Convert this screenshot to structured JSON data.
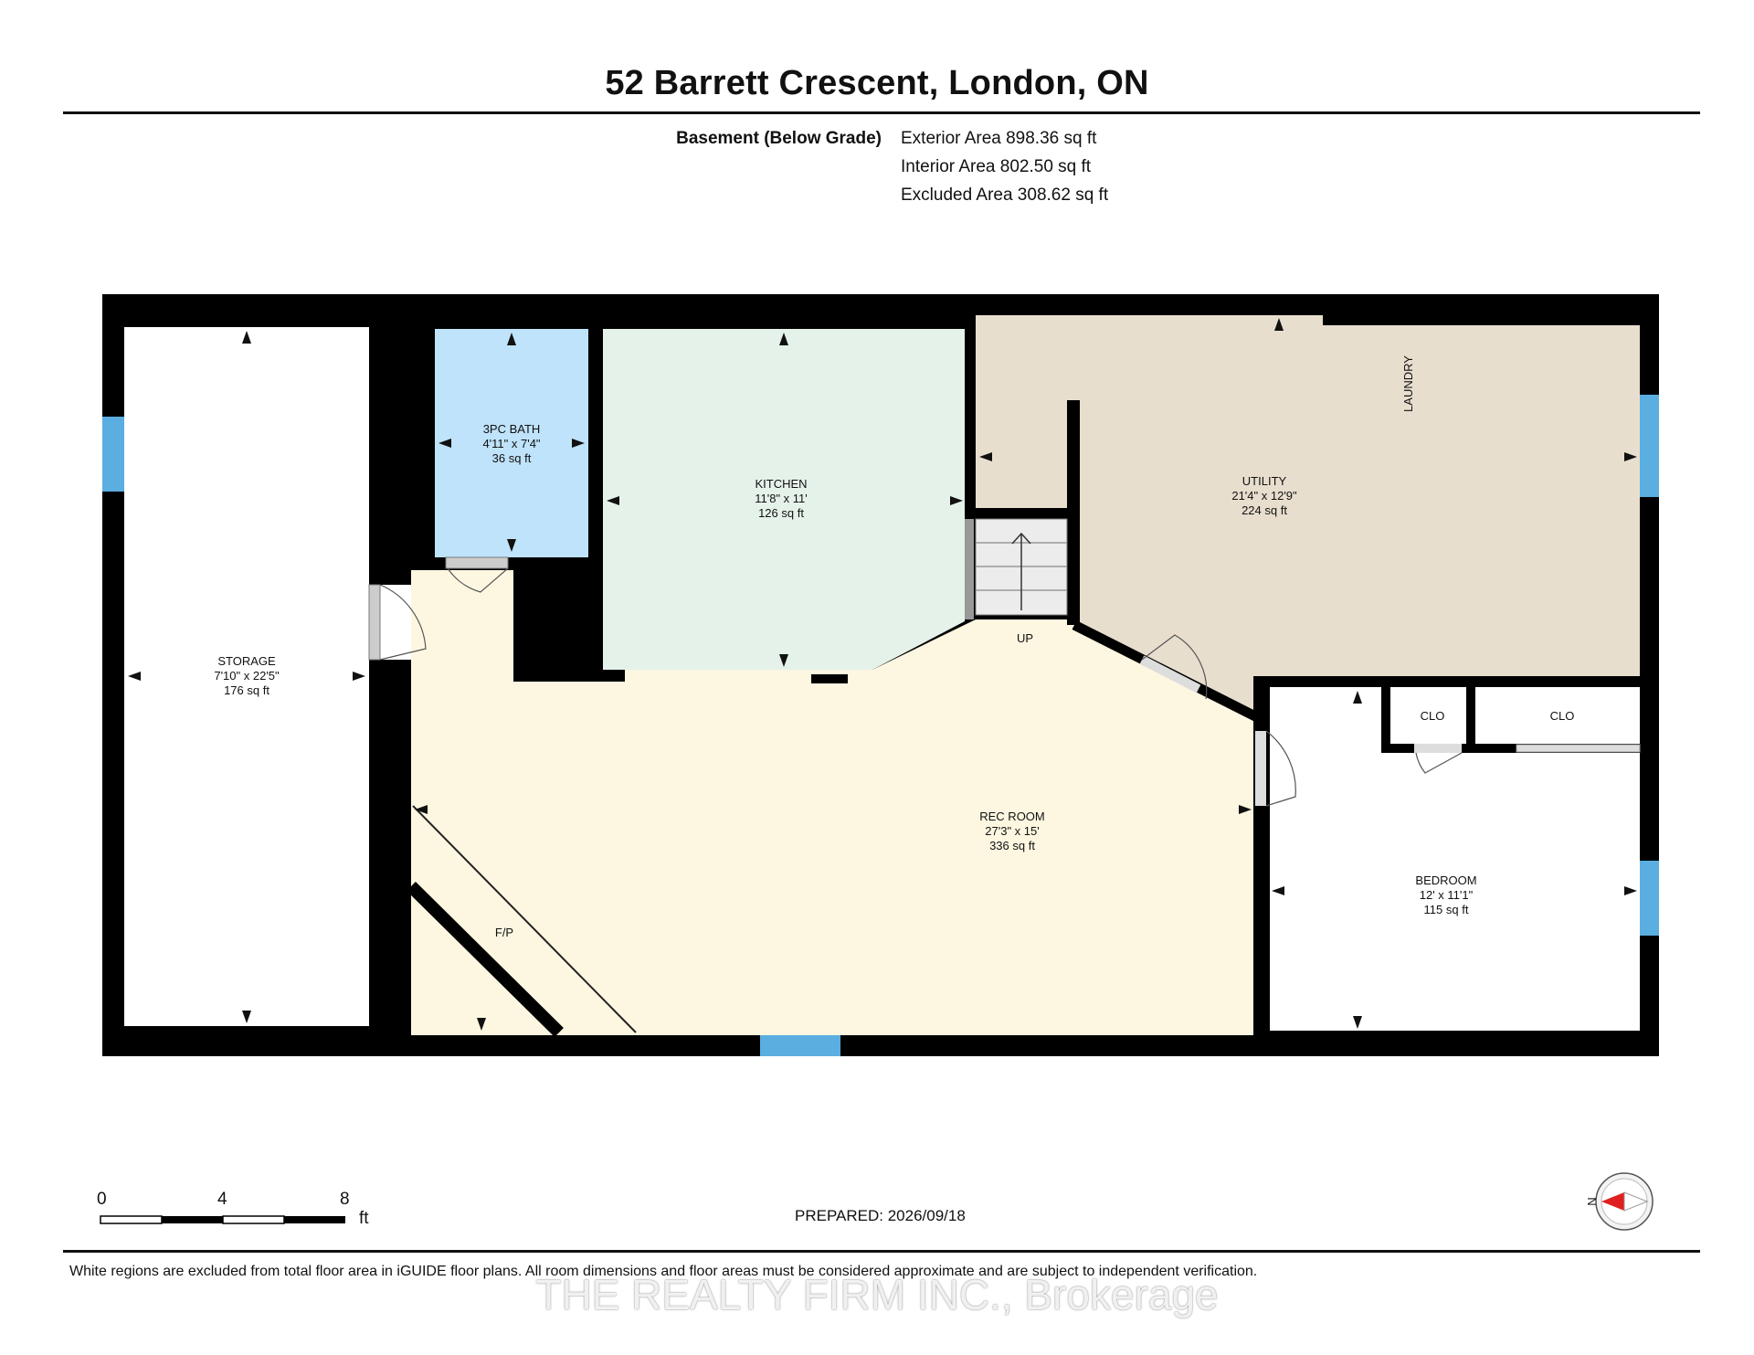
{
  "header": {
    "title": "52 Barrett Crescent, London, ON",
    "level_label": "Basement (Below Grade)",
    "exterior_area": "Exterior Area 898.36 sq ft",
    "interior_area": "Interior Area 802.50 sq ft",
    "excluded_area": "Excluded Area 308.62 sq ft"
  },
  "rooms": {
    "storage": {
      "name": "STORAGE",
      "dims": "7'10\" x 22'5\"",
      "area": "176 sq ft"
    },
    "bath": {
      "name": "3PC BATH",
      "dims": "4'11\" x 7'4\"",
      "area": "36 sq ft"
    },
    "kitchen": {
      "name": "KITCHEN",
      "dims": "11'8\" x 11'",
      "area": "126 sq ft"
    },
    "utility": {
      "name": "UTILITY",
      "dims": "21'4\" x 12'9\"",
      "area": "224 sq ft"
    },
    "rec_room": {
      "name": "REC ROOM",
      "dims": "27'3\" x 15'",
      "area": "336 sq ft"
    },
    "bedroom": {
      "name": "BEDROOM",
      "dims": "12' x 11'1\"",
      "area": "115 sq ft"
    },
    "laundry": "LAUNDRY",
    "closet_1": "CLO",
    "closet_2": "CLO",
    "fireplace": "F/P",
    "stairs": "UP"
  },
  "scale_bar": {
    "labels": [
      "0",
      "4",
      "8"
    ],
    "unit": "ft"
  },
  "compass": {
    "label": "N"
  },
  "footer": {
    "prepared": "PREPARED: 2026/09/18",
    "disclaimer": "White regions are excluded from total floor area in iGUIDE floor plans. All room dimensions and floor areas must be considered approximate and are subject to independent verification.",
    "watermark": "THE REALTY FIRM INC., Brokerage"
  },
  "colors": {
    "wall": "#000000",
    "bath": "#bfe3fa",
    "kitchen": "#e5f2ea",
    "utility": "#e8dece",
    "rec_room": "#fdf7e1",
    "window": "#5aaee0",
    "compass_needle": "#e02020"
  }
}
